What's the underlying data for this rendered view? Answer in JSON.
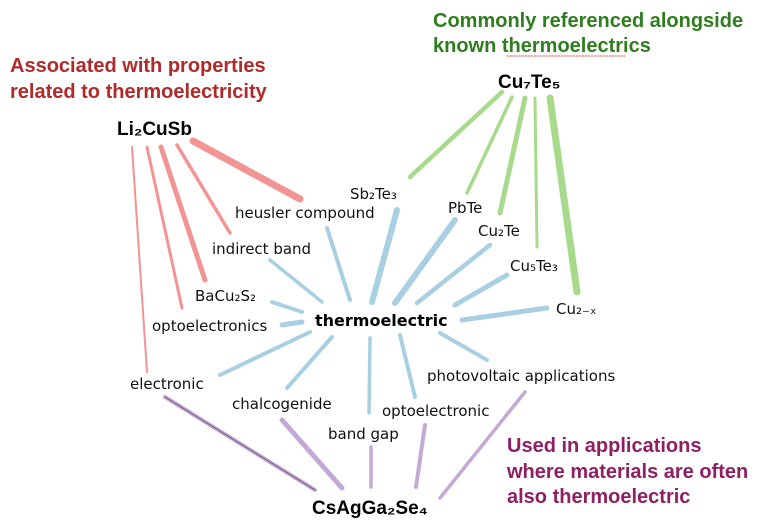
{
  "captions": {
    "red": [
      "Associated with properties",
      "related to thermoelectricity"
    ],
    "green": [
      "Commonly referenced alongside",
      "known thermoelectrics"
    ],
    "purple": [
      "Used in applications",
      "where materials are often",
      "also thermoelectric"
    ]
  },
  "colors": {
    "red_caption": "#b02a2a",
    "green_caption": "#2e7d1e",
    "purple_caption": "#8e1f62",
    "red_edge": "#f29494",
    "green_edge": "#a8da8c",
    "blue_edge": "#a9cfe2",
    "purple_edge": "#c3aad6"
  },
  "materials": {
    "li2cusb": "Li₂CuSb",
    "cu7te5": "Cu₇Te₅",
    "csagga2se4": "CsAgGa₂Se₄"
  },
  "hub": "thermoelectric",
  "terms": {
    "heusler": "heusler compound",
    "sb2te3": "Sb₂Te₃",
    "pbte": "PbTe",
    "cu2te": "Cu₂Te",
    "cu5te3": "Cu₅Te₃",
    "cu2x": "Cu₂₋ₓ",
    "indirect": "indirect band",
    "bacu2s2": "BaCu₂S₂",
    "optoelectronics": "optoelectronics",
    "electronic": "electronic",
    "chalcogenide": "chalcogenide",
    "bandgap": "band gap",
    "optoelectronic": "optoelectronic",
    "photovoltaic": "photovoltaic applications"
  }
}
